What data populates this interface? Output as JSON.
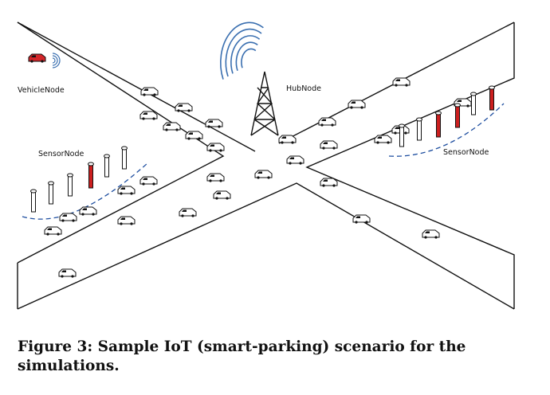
{
  "figure": {
    "labels": {
      "vehicle_node": "VehicleNode",
      "hub_node": "HubNode",
      "sensor_node_left": "SensorNode",
      "sensor_node_right": "SensorNode"
    },
    "caption": "Figure 3: Sample IoT (smart-parking) scenario for the simulations."
  },
  "colors": {
    "road_line": "#111111",
    "car_body": "#ffffff",
    "vehicle_node_car": "#d3262a",
    "signal_wave": "#3a6fb0",
    "sensor_occupied": "#cc1f1f",
    "sensor_free": "#ffffff",
    "parking_zone_dash": "#1f4fa0"
  },
  "icons": [
    "car-icon",
    "cell-tower-icon",
    "signal-waves-icon",
    "parking-sensor-icon"
  ]
}
